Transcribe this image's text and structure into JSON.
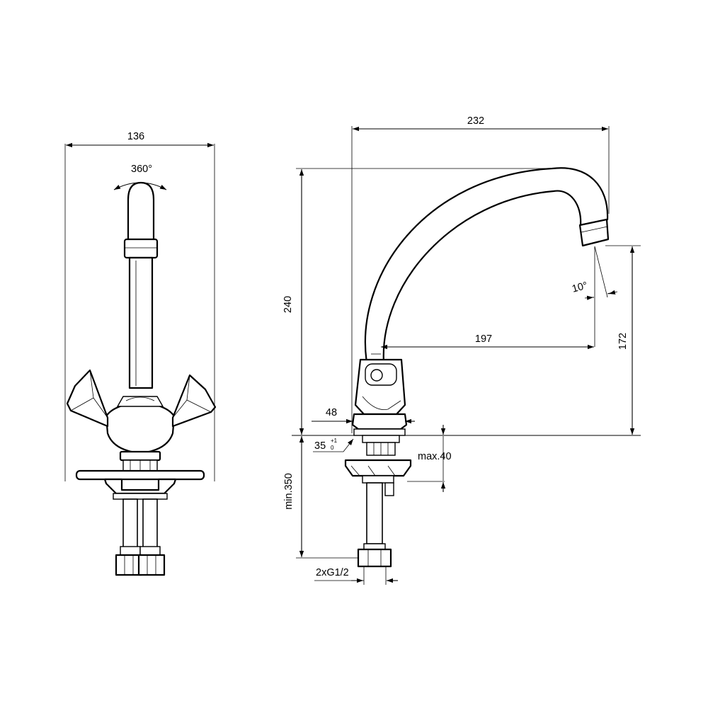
{
  "dimensions": {
    "front_width": "136",
    "rotation": "360°",
    "spout_reach": "232",
    "total_height": "240",
    "spout_projection": "197",
    "outlet_height": "172",
    "outlet_angle": "10°",
    "base_diameter": "48",
    "base_hole": "35",
    "base_hole_tol_upper": "+1",
    "base_hole_tol_lower": "0",
    "max_thickness": "max.40",
    "min_hose_length": "min.350",
    "connection": "2xG1/2"
  }
}
